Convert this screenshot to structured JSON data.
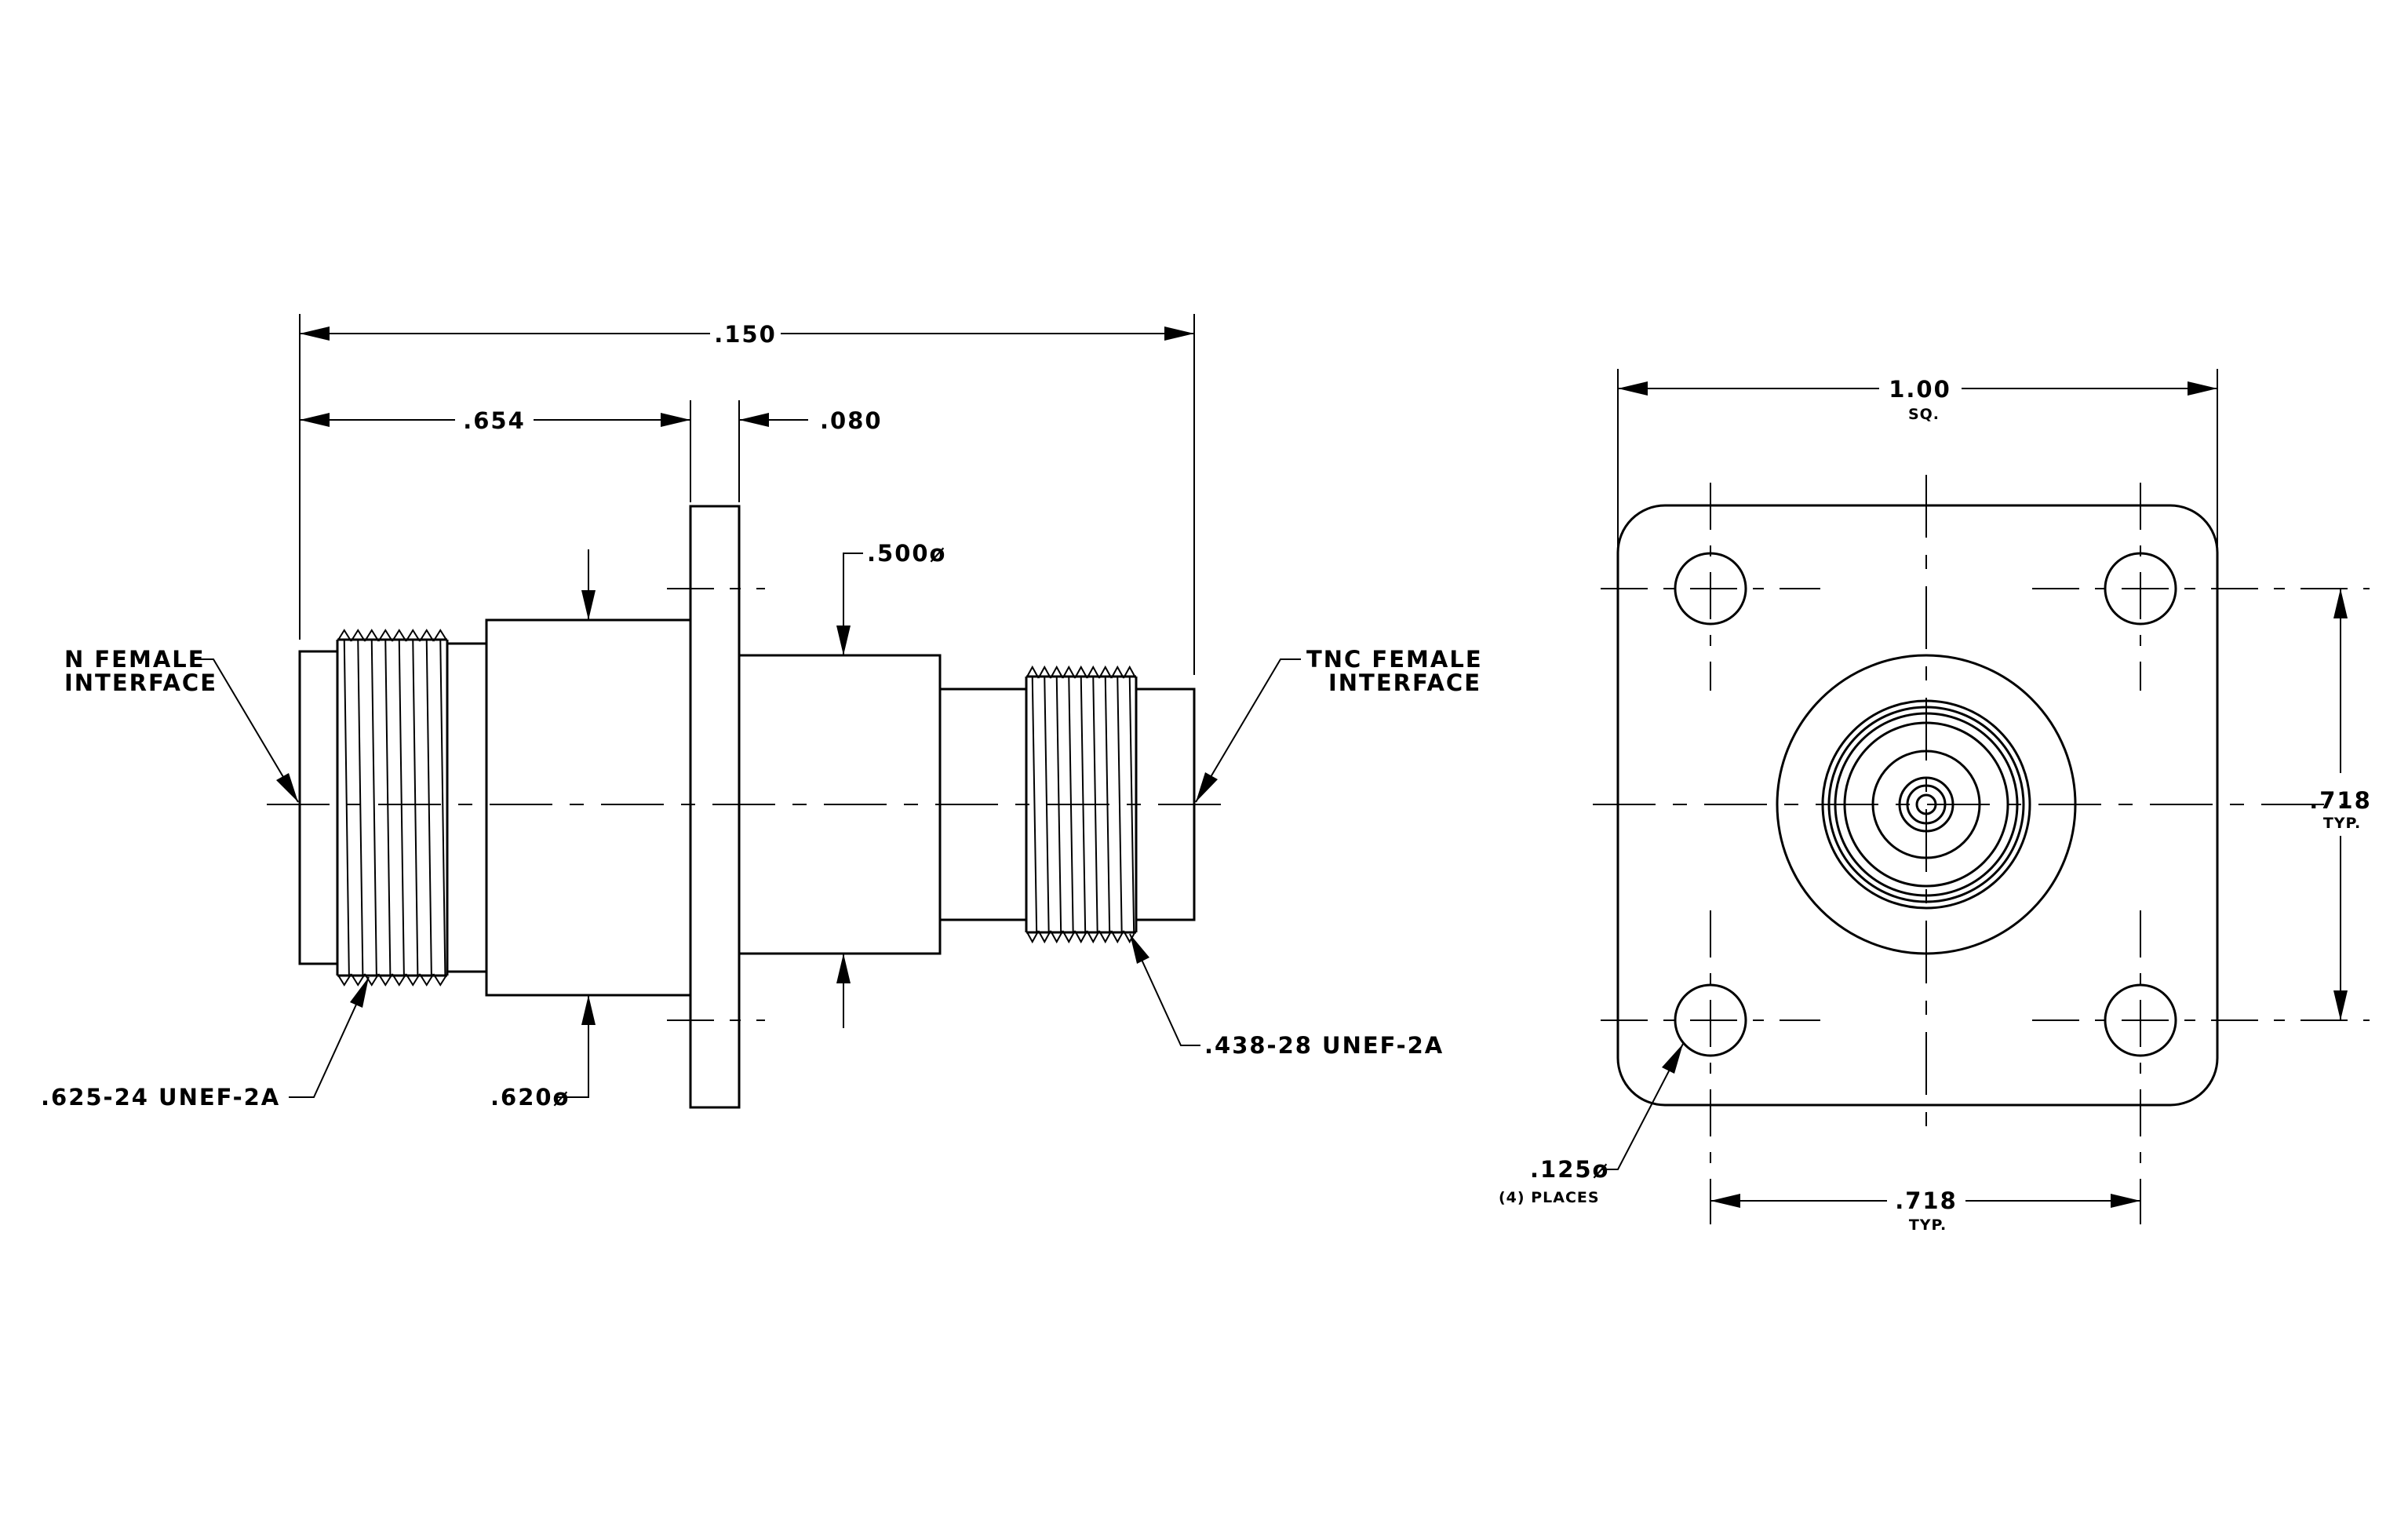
{
  "side_view": {
    "overall_length": ".150",
    "n_side_length": ".654",
    "flange_thickness": ".080",
    "tnc_body_diameter": ".500ø",
    "n_body_diameter": ".620ø",
    "n_thread": ".625-24 UNEF-2A",
    "tnc_thread": ".438-28 UNEF-2A",
    "n_interface_line1": "N FEMALE",
    "n_interface_line2": "INTERFACE",
    "tnc_interface_line1": "TNC FEMALE",
    "tnc_interface_line2": "INTERFACE"
  },
  "front_view": {
    "flange_size": "1.00",
    "flange_size_note": "SQ.",
    "hole_spacing_vertical": ".718",
    "hole_spacing_vertical_note": "TYP.",
    "hole_spacing_horizontal": ".718",
    "hole_spacing_horizontal_note": "TYP.",
    "hole_diameter": ".125ø",
    "hole_count_note": "(4) PLACES"
  }
}
